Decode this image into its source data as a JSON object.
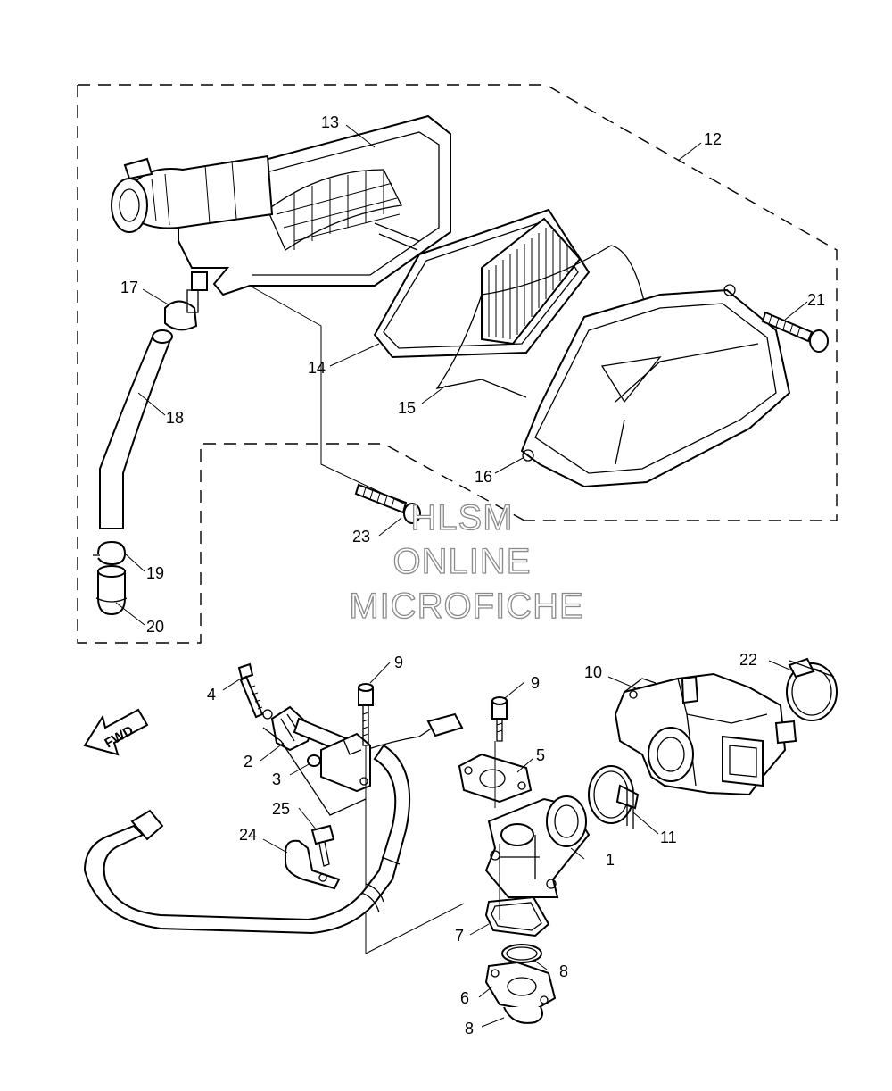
{
  "diagram": {
    "labels": [
      "1",
      "2",
      "3",
      "4",
      "5",
      "6",
      "7",
      "8",
      "8",
      "9",
      "9",
      "10",
      "11",
      "12",
      "13",
      "14",
      "15",
      "16",
      "17",
      "18",
      "19",
      "20",
      "21",
      "22",
      "23",
      "24",
      "25"
    ],
    "fwd_label": "FWD",
    "watermark": [
      "HLSM",
      "ONLINE",
      "MICROFICHE"
    ]
  }
}
